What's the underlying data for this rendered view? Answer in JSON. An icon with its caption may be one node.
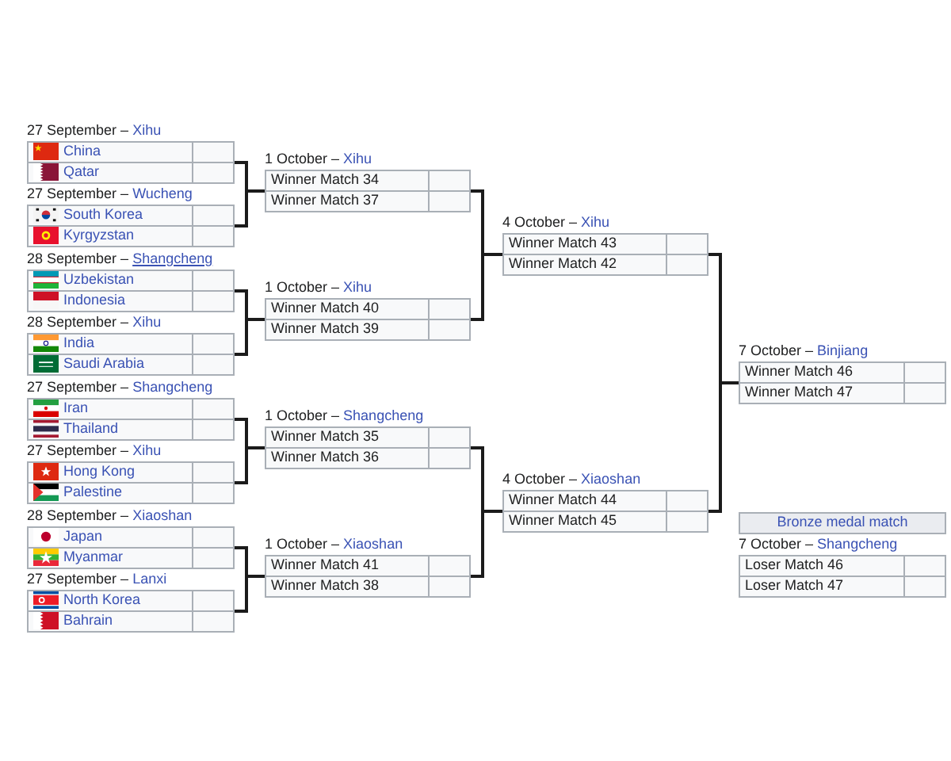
{
  "diagram": {
    "nodes": [
      {
        "text": [
          "27 September –",
          "Xihu",
          "China",
          "Qatar"
        ]
      },
      {
        "text": [
          "27 September –",
          "Wucheng",
          "South Korea",
          "Kyrgyzstan"
        ]
      },
      {
        "text": [
          "28 September –",
          "Shangcheng",
          "Uzbekistan",
          "Indonesia"
        ]
      },
      {
        "text": [
          "28 September –",
          "Xihu",
          "India",
          "Saudi Arabia"
        ]
      },
      {
        "text": [
          "27 September –",
          "Shangcheng",
          "Iran",
          "Thailand"
        ]
      },
      {
        "text": [
          "27 September –",
          "Xihu",
          "Hong Kong",
          "Palestine"
        ]
      },
      {
        "text": [
          "28 September –",
          "Xiaoshan",
          "Japan",
          "Myanmar"
        ]
      },
      {
        "text": [
          "27 September –",
          "Lanxi",
          "North Korea",
          "Bahrain"
        ]
      },
      {
        "text": [
          "1 October –",
          "Xihu",
          "Winner Match 34",
          "Winner Match 37"
        ]
      },
      {
        "text": [
          "1 October –",
          "Xihu",
          "Winner Match 40",
          "Winner Match 39"
        ]
      },
      {
        "text": [
          "1 October –",
          "Shangcheng",
          "Winner Match 35",
          "Winner Match 36"
        ]
      },
      {
        "text": [
          "1 October –",
          "Xiaoshan",
          "Winner Match 41",
          "Winner Match 38"
        ]
      },
      {
        "text": [
          "4 October –",
          "Xihu",
          "Winner Match 43",
          "Winner Match 42"
        ]
      },
      {
        "text": [
          "4 October –",
          "Xiaoshan",
          "Winner Match 44",
          "Winner Match 45"
        ]
      },
      {
        "text": [
          "7 October –",
          "Binjiang",
          "Winner Match 46",
          "Winner Match 47"
        ]
      },
      {
        "text": [
          "Bronze medal match"
        ]
      },
      {
        "text": [
          "7 October –",
          "Shangcheng",
          "Loser Match 46",
          "Loser Match 47"
        ]
      }
    ],
    "edges": [
      {
        "from": 0,
        "to": 8,
        "arrow": "none"
      },
      {
        "from": 1,
        "to": 8,
        "arrow": "none"
      },
      {
        "from": 2,
        "to": 9,
        "arrow": "none"
      },
      {
        "from": 3,
        "to": 9,
        "arrow": "none"
      },
      {
        "from": 4,
        "to": 10,
        "arrow": "none"
      },
      {
        "from": 5,
        "to": 10,
        "arrow": "none"
      },
      {
        "from": 6,
        "to": 11,
        "arrow": "none"
      },
      {
        "from": 7,
        "to": 11,
        "arrow": "none"
      },
      {
        "from": 8,
        "to": 12,
        "arrow": "none"
      },
      {
        "from": 9,
        "to": 12,
        "arrow": "none"
      },
      {
        "from": 10,
        "to": 13,
        "arrow": "none"
      },
      {
        "from": 11,
        "to": 13,
        "arrow": "none"
      },
      {
        "from": 12,
        "to": 14,
        "arrow": "none"
      },
      {
        "from": 13,
        "to": 14,
        "arrow": "none"
      }
    ]
  }
}
